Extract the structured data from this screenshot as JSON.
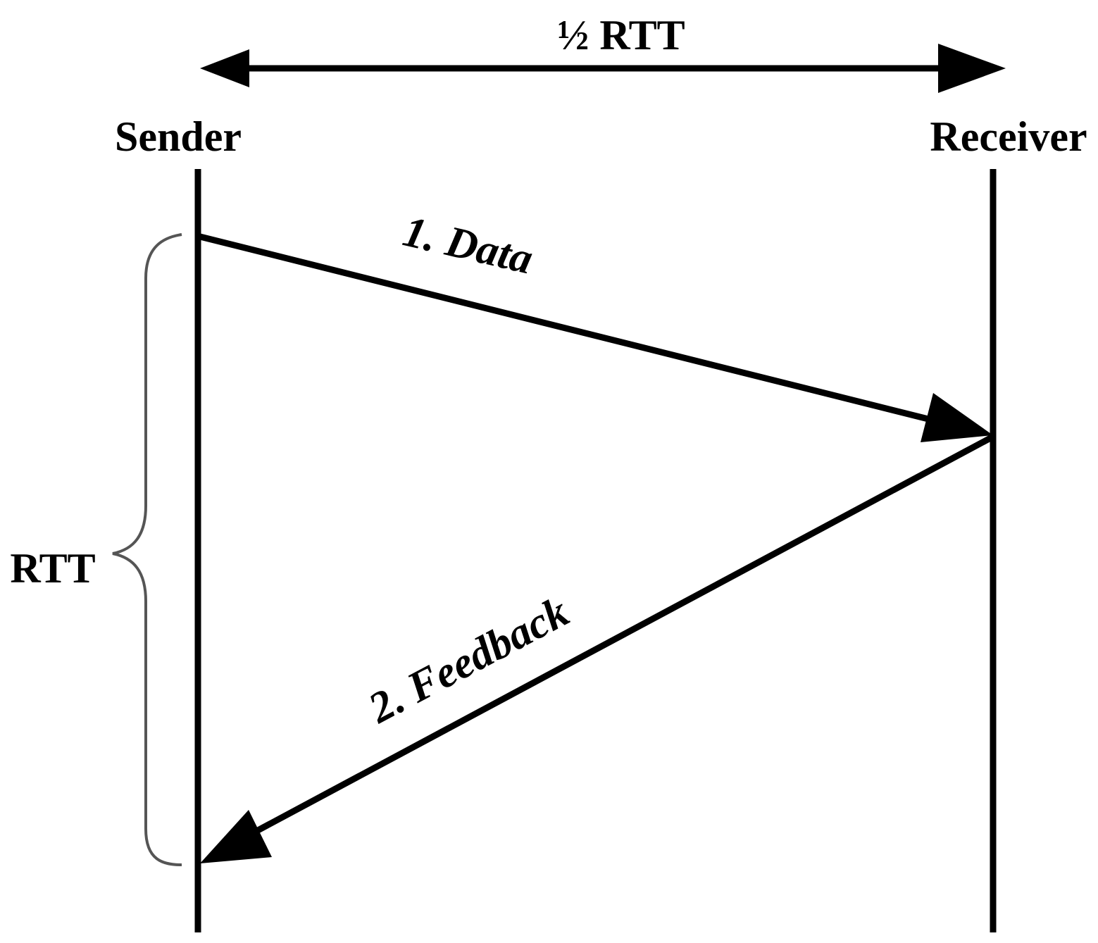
{
  "diagram": {
    "half_rtt_label": "½ RTT",
    "sender_label": "Sender",
    "receiver_label": "Receiver",
    "rtt_label": "RTT",
    "data_label": "1. Data",
    "feedback_label": "2. Feedback"
  },
  "colors": {
    "stroke": "#000000",
    "brace": "#555555",
    "background": "#ffffff"
  }
}
